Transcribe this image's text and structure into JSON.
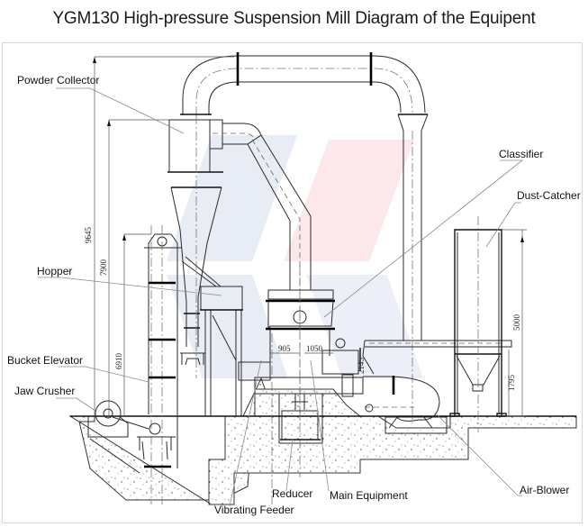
{
  "title": "YGM130 High-pressure Suspension Mill Diagram of the Equipent",
  "labels": {
    "powder_collector": "Powder Collector",
    "hopper": "Hopper",
    "bucket_elevator": "Bucket Elevator",
    "jaw_crusher": "Jaw Crusher",
    "classifier": "Classifier",
    "dust_catcher": "Dust-Catcher",
    "reducer": "Reducer",
    "main_equipment": "Main Equipment",
    "vibrating_feeder": "Vibrating Feeder",
    "air_blower": "Air-Blower"
  },
  "dimensions": {
    "total_height": "9645",
    "collector_height": "7900",
    "elevator_height": "6910",
    "offset_left": "905",
    "offset_right": "1050",
    "classifier_height": "2145",
    "dust_catcher_height": "5000",
    "dust_catcher_leg": "1795"
  },
  "watermark_colors": {
    "blue": "#dfe5f2",
    "red": "#fbe3e6"
  }
}
